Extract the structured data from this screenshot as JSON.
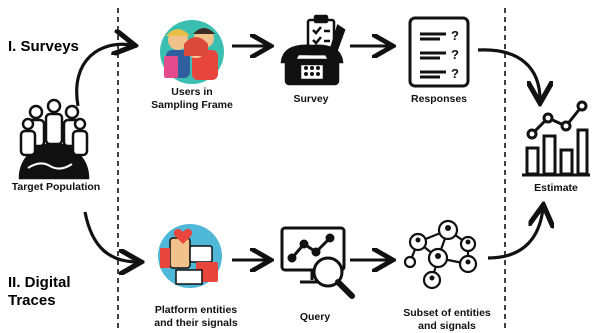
{
  "sections": {
    "surveys": "I. Surveys",
    "digital_line1": "II. Digital",
    "digital_line2": "Traces"
  },
  "nodes": {
    "target_population": "Target Population",
    "users_line1": "Users in",
    "users_line2": "Sampling Frame",
    "survey": "Survey",
    "responses": "Responses",
    "estimate": "Estimate",
    "platform_line1": "Platform entities",
    "platform_line2": "and their signals",
    "query": "Query",
    "subset_line1": "Subset of entities",
    "subset_line2": "and signals"
  },
  "response_marks": [
    "?",
    "?",
    "?"
  ],
  "colors": {
    "ink": "#111111",
    "people_circle": "#3bbfb0",
    "like_circle": "#4fb8d8",
    "heart": "#e8453c",
    "bar": "#ffffff"
  }
}
